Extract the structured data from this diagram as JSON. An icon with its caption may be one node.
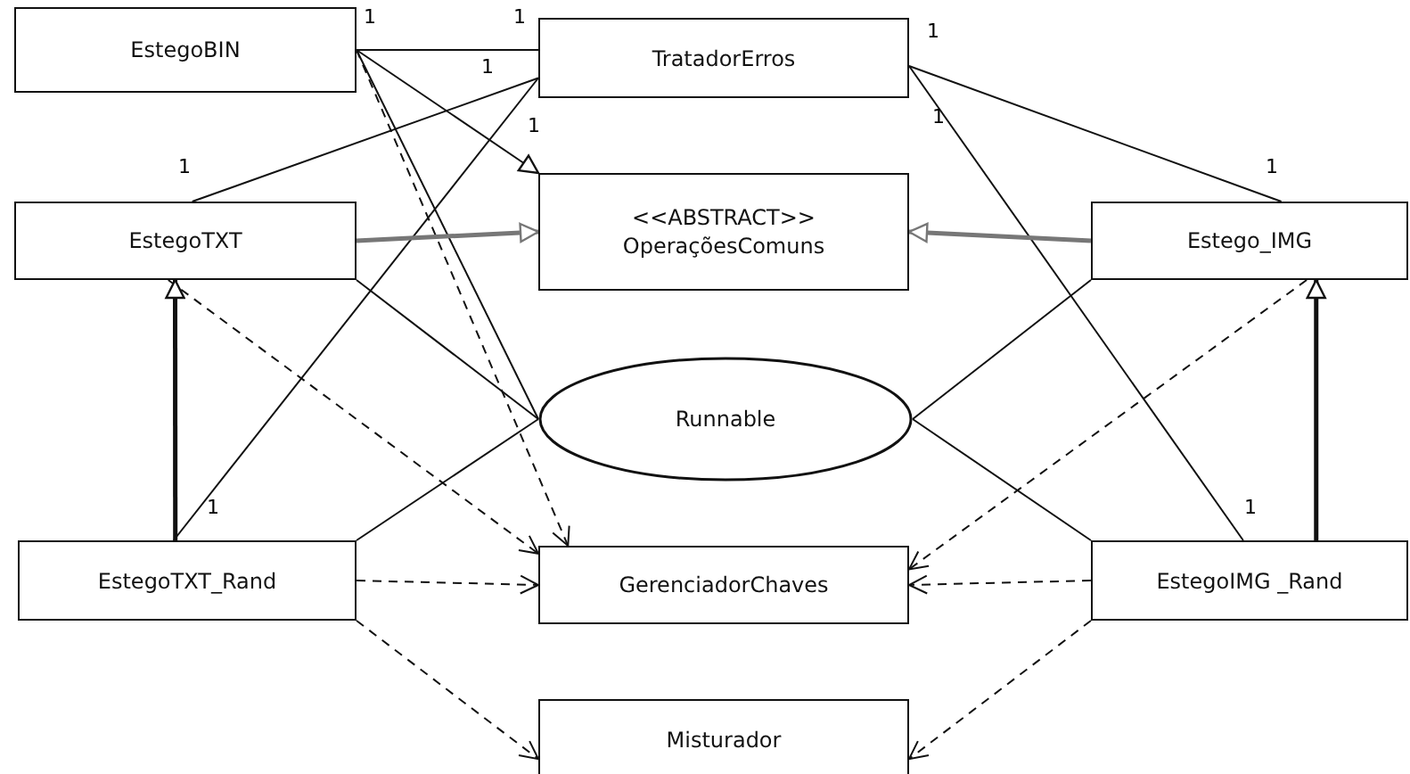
{
  "diagram": {
    "nodes": [
      {
        "text": [
          "EstegoBIN"
        ]
      },
      {
        "text": [
          "TratadorErros"
        ]
      },
      {
        "text": [
          "<<ABSTRACT>>",
          "OperaçõesComuns"
        ]
      },
      {
        "text": [
          "EstegoTXT"
        ]
      },
      {
        "text": [
          "Estego_IMG"
        ]
      },
      {
        "text": [
          "Runnable"
        ]
      },
      {
        "text": [
          "EstegoTXT_Rand"
        ]
      },
      {
        "text": [
          "GerenciadorChaves"
        ]
      },
      {
        "text": [
          "EstegoIMG _Rand"
        ]
      },
      {
        "text": [
          "Misturador"
        ]
      }
    ],
    "edges": [
      {
        "from": 0,
        "to": 1,
        "arrow": "none"
      },
      {
        "from": 0,
        "to": 2,
        "arrow": "to"
      },
      {
        "from": 0,
        "to": 5,
        "arrow": "none"
      },
      {
        "from": 0,
        "to": 7,
        "arrow": "to",
        "style": "dashed"
      },
      {
        "from": 1,
        "to": 3,
        "arrow": "none"
      },
      {
        "from": 1,
        "to": 6,
        "arrow": "none"
      },
      {
        "from": 1,
        "to": 4,
        "arrow": "none"
      },
      {
        "from": 1,
        "to": 8,
        "arrow": "none"
      },
      {
        "from": 3,
        "to": 2,
        "arrow": "to",
        "style": "thick",
        "color": "#777777"
      },
      {
        "from": 4,
        "to": 2,
        "arrow": "to",
        "style": "thick",
        "color": "#777777"
      },
      {
        "from": 3,
        "to": 5,
        "arrow": "none"
      },
      {
        "from": 3,
        "to": 7,
        "arrow": "to",
        "style": "dashed"
      },
      {
        "from": 6,
        "to": 3,
        "arrow": "to",
        "style": "thick"
      },
      {
        "from": 6,
        "to": 5,
        "arrow": "none"
      },
      {
        "from": 6,
        "to": 7,
        "arrow": "to",
        "style": "dashed"
      },
      {
        "from": 6,
        "to": 9,
        "arrow": "to",
        "style": "dashed"
      },
      {
        "from": 4,
        "to": 5,
        "arrow": "none"
      },
      {
        "from": 4,
        "to": 7,
        "arrow": "to",
        "style": "dashed"
      },
      {
        "from": 8,
        "to": 4,
        "arrow": "to",
        "style": "thick"
      },
      {
        "from": 8,
        "to": 5,
        "arrow": "none"
      },
      {
        "from": 8,
        "to": 7,
        "arrow": "to",
        "style": "dashed"
      },
      {
        "from": 8,
        "to": 9,
        "arrow": "to",
        "style": "dashed"
      }
    ],
    "labels": [
      "1",
      "1",
      "1",
      "1",
      "1",
      "1",
      "1",
      "1",
      "1",
      "1"
    ]
  }
}
